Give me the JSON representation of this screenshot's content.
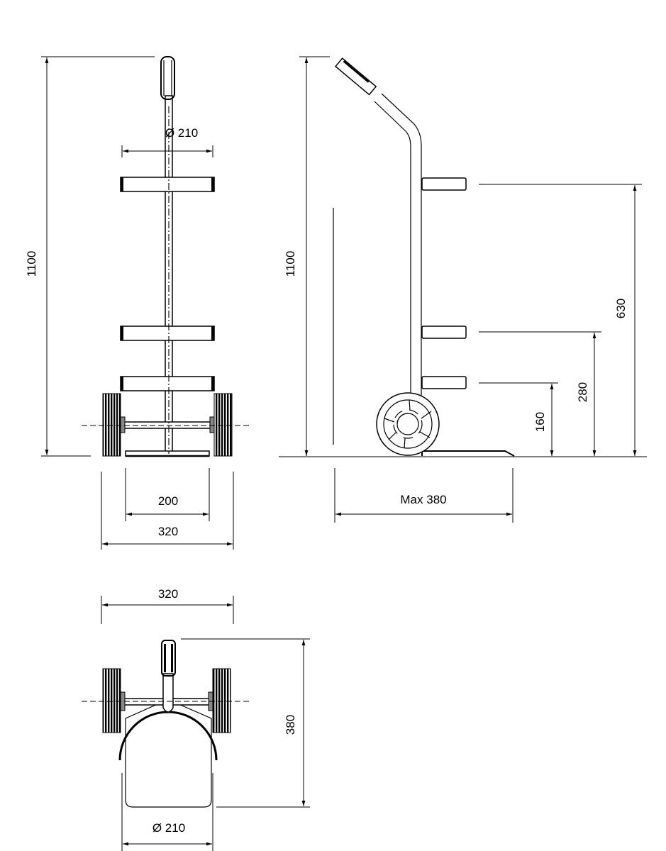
{
  "front_view": {
    "height_label": "1100",
    "diameter_label": "Ø 210",
    "inner_width_label": "200",
    "outer_width_label": "320"
  },
  "side_view": {
    "height_label": "1100",
    "bracket_top_label": "630",
    "bracket_mid_label": "280",
    "bracket_low_label": "160",
    "depth_label": "Max 380"
  },
  "top_view": {
    "width_label": "320",
    "depth_label": "380",
    "diameter_label": "Ø 210"
  },
  "colors": {
    "line": "#000000",
    "background": "#ffffff"
  }
}
